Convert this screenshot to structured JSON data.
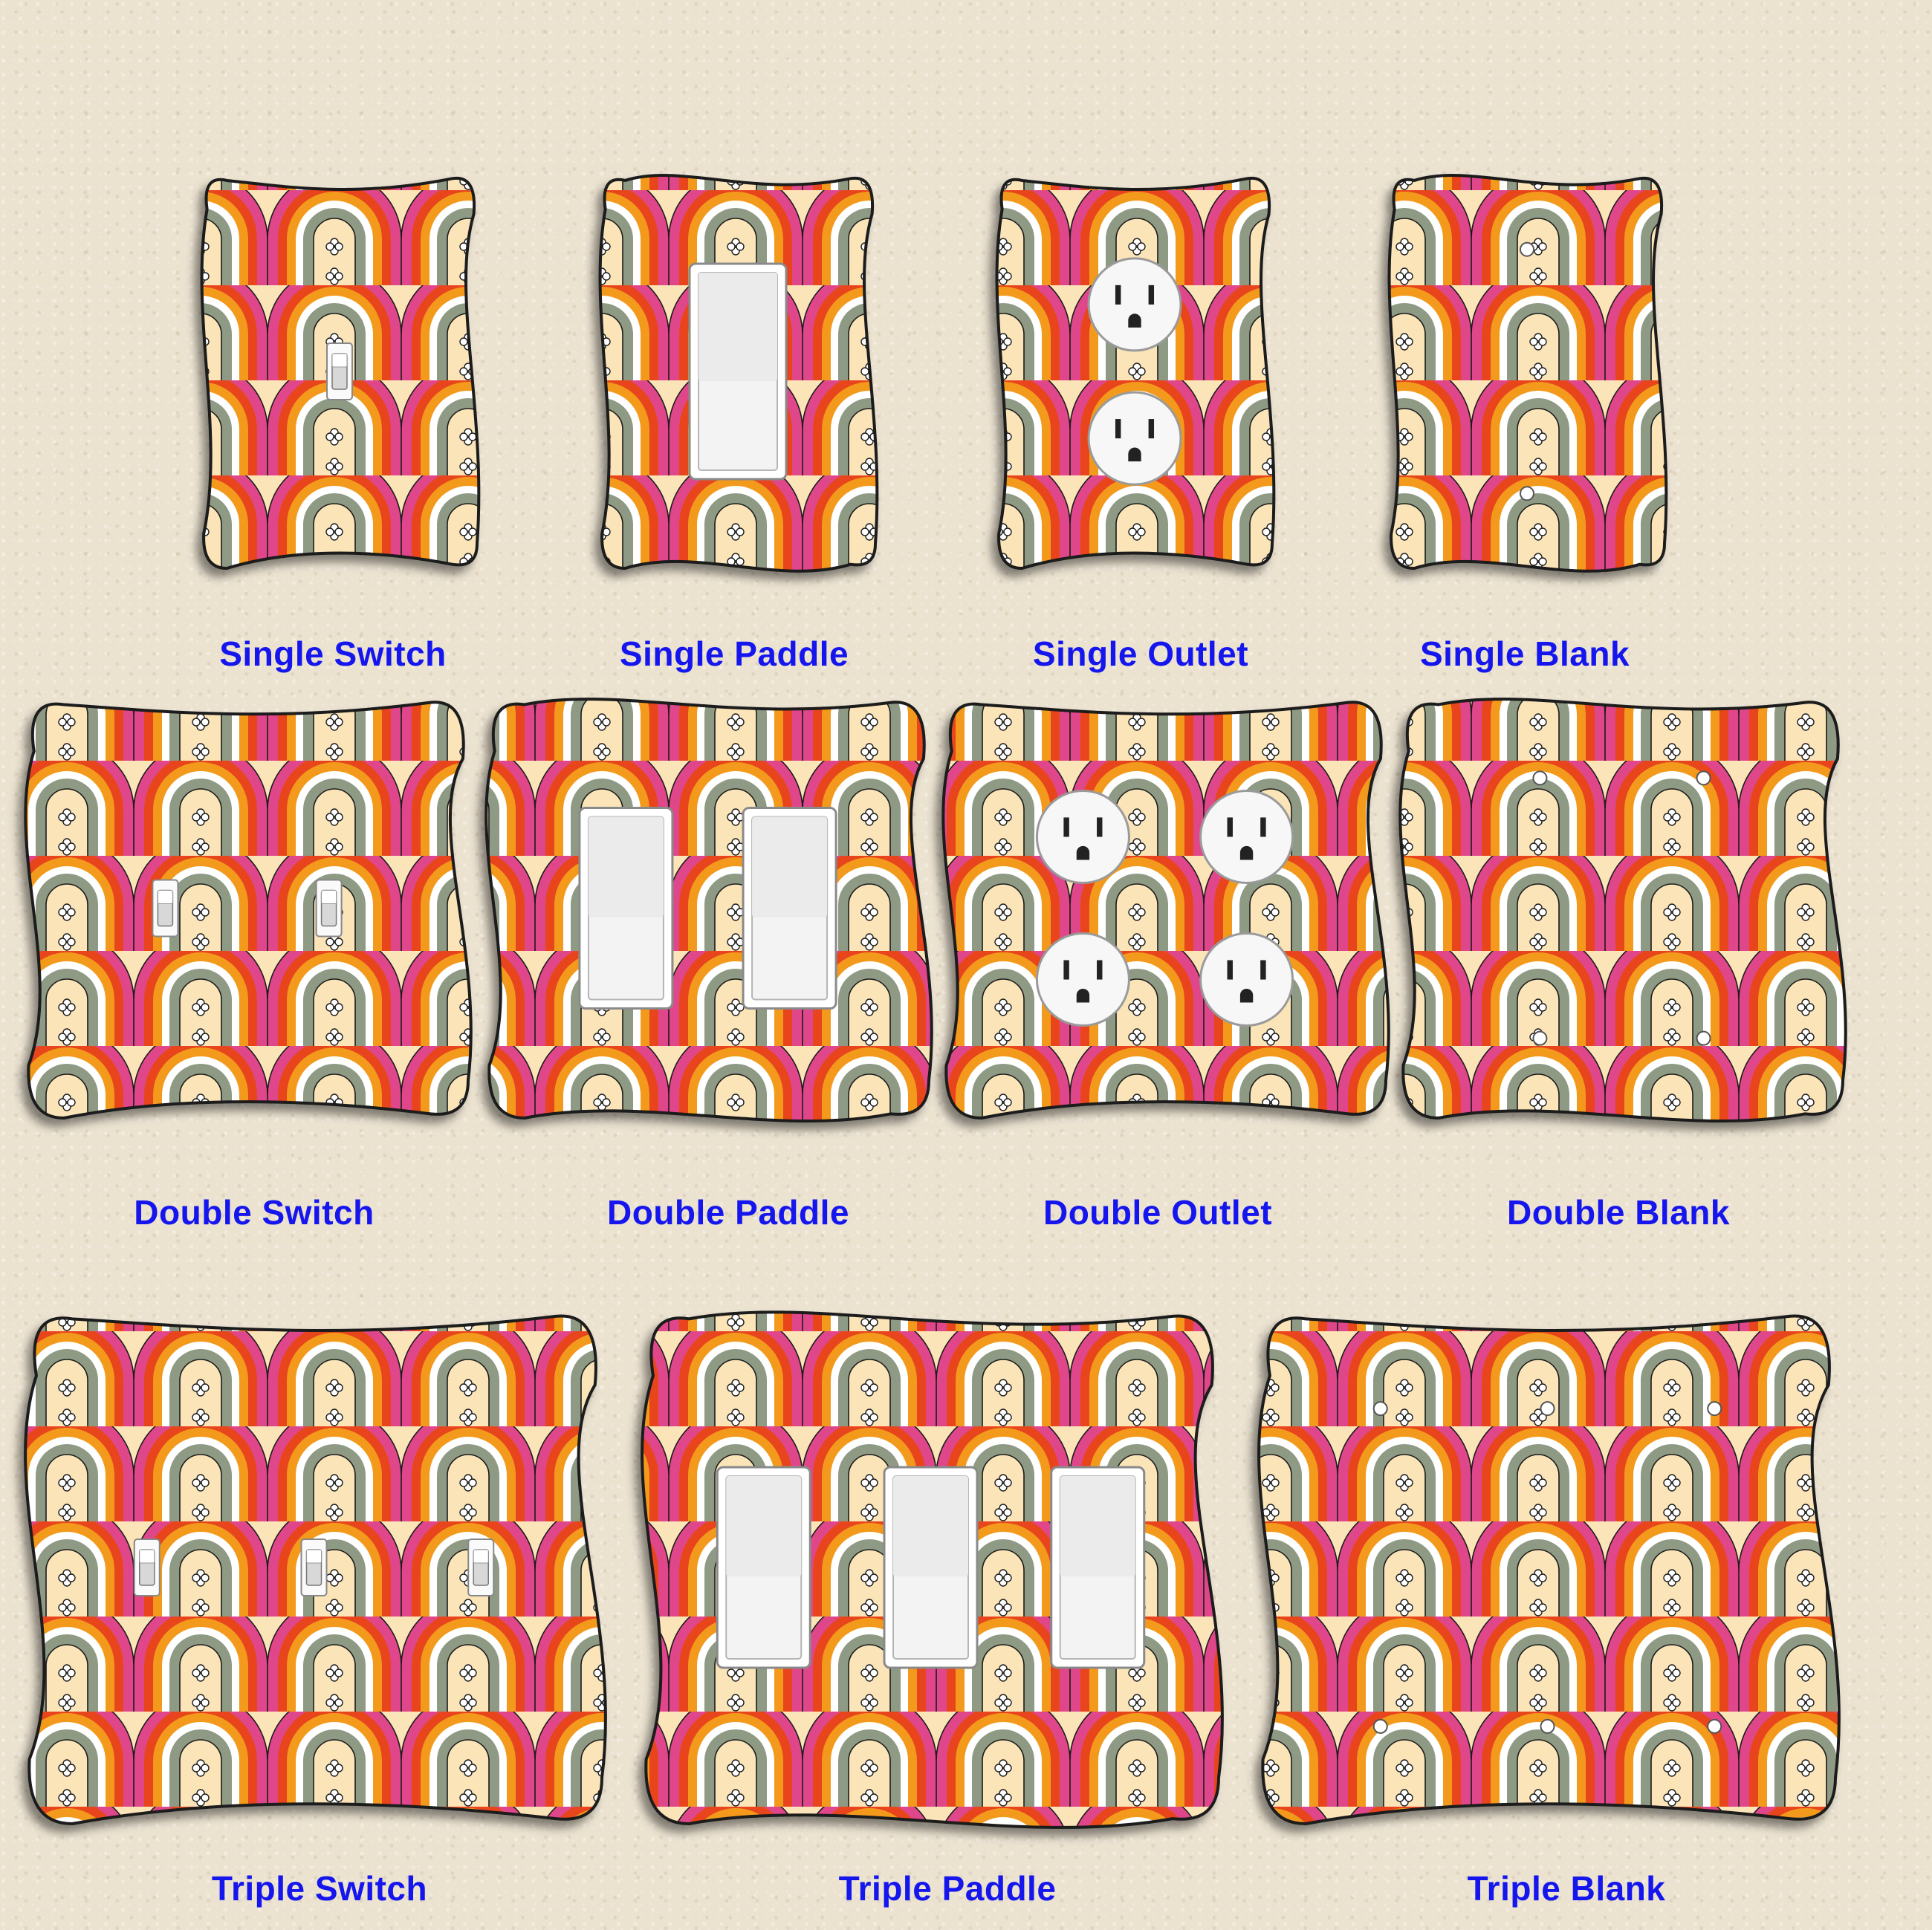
{
  "colors": {
    "background": "#ebe2d0",
    "label": "#1515ee",
    "pattern_cream": "#fbe4b8",
    "pattern_pink": "#e0468a",
    "pattern_red": "#e8451d",
    "pattern_orange": "#f39a1c",
    "pattern_white": "#ffffff",
    "pattern_sage": "#8e9a84",
    "plate_edge": "#1a1a1a",
    "device": "#f4f4f4"
  },
  "products": [
    {
      "label": "Single Switch",
      "kind": "switch",
      "gang": 1
    },
    {
      "label": "Single Paddle",
      "kind": "paddle",
      "gang": 1
    },
    {
      "label": "Single Outlet",
      "kind": "outlet",
      "gang": 1
    },
    {
      "label": "Single Blank",
      "kind": "blank",
      "gang": 1
    },
    {
      "label": "Double Switch",
      "kind": "switch",
      "gang": 2
    },
    {
      "label": "Double Paddle",
      "kind": "paddle",
      "gang": 2
    },
    {
      "label": "Double Outlet",
      "kind": "outlet",
      "gang": 2
    },
    {
      "label": "Double Blank",
      "kind": "blank",
      "gang": 2
    },
    {
      "label": "Triple Switch",
      "kind": "switch",
      "gang": 3
    },
    {
      "label": "Triple Paddle",
      "kind": "paddle",
      "gang": 3
    },
    {
      "label": "Triple Blank",
      "kind": "blank",
      "gang": 3
    }
  ]
}
